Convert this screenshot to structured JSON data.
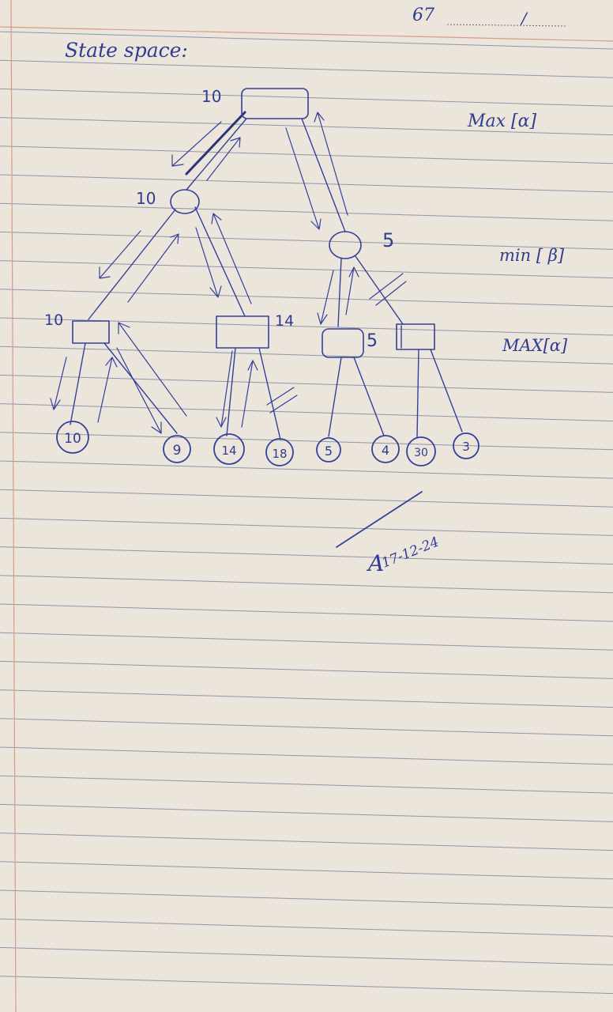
{
  "page": {
    "page_number": "67",
    "date_line": "/",
    "heading": "State space:",
    "signature_date": "17-12-24",
    "signature_initial": "A"
  },
  "levels": [
    {
      "label": "Max [α]"
    },
    {
      "label": "min [ β]"
    },
    {
      "label": "MAX[α]"
    }
  ],
  "tree": {
    "root": {
      "value": "10"
    },
    "min_left": {
      "value": "10"
    },
    "min_right": {
      "value": "5"
    },
    "max_1": {
      "value": "10"
    },
    "max_2": {
      "value": "14"
    },
    "max_3": {
      "value": "5"
    },
    "max_4": {
      "value": ""
    },
    "leaves": [
      "10",
      "9",
      "14",
      "18",
      "5",
      "4",
      "30",
      "3"
    ]
  },
  "colors": {
    "paper": "#ece5dc",
    "ruled_line": "#8e96a8",
    "margin_line": "#d99a8a",
    "ink": "#2f3c8f"
  }
}
